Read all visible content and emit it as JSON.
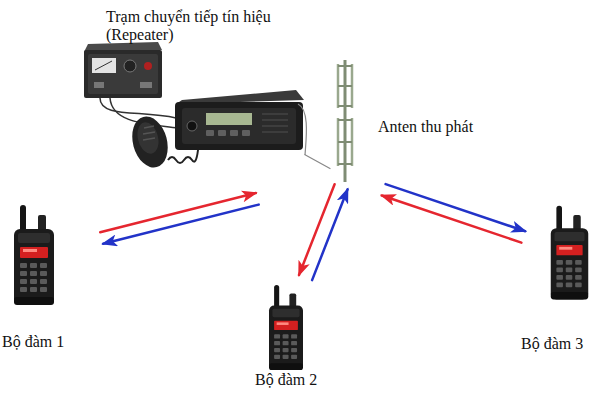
{
  "diagram": {
    "nodes": [
      {
        "text": [
          "Trạm chuyển tiếp tín hiệu (Repeater)"
        ]
      },
      {
        "text": [
          "Anten thu phát"
        ]
      },
      {
        "text": [
          "Bộ đàm 1"
        ]
      },
      {
        "text": [
          "Bộ đàm 2"
        ]
      },
      {
        "text": [
          "Bộ đàm 3"
        ]
      }
    ],
    "edges": [
      {
        "from": 2,
        "to": 1,
        "arrow": "to"
      },
      {
        "from": 1,
        "to": 2,
        "arrow": "to"
      },
      {
        "from": 1,
        "to": 3,
        "arrow": "to"
      },
      {
        "from": 3,
        "to": 1,
        "arrow": "to"
      },
      {
        "from": 4,
        "to": 1,
        "arrow": "to"
      },
      {
        "from": 1,
        "to": 4,
        "arrow": "to"
      },
      {
        "from": 0,
        "to": 1,
        "arrow": "none"
      }
    ]
  }
}
